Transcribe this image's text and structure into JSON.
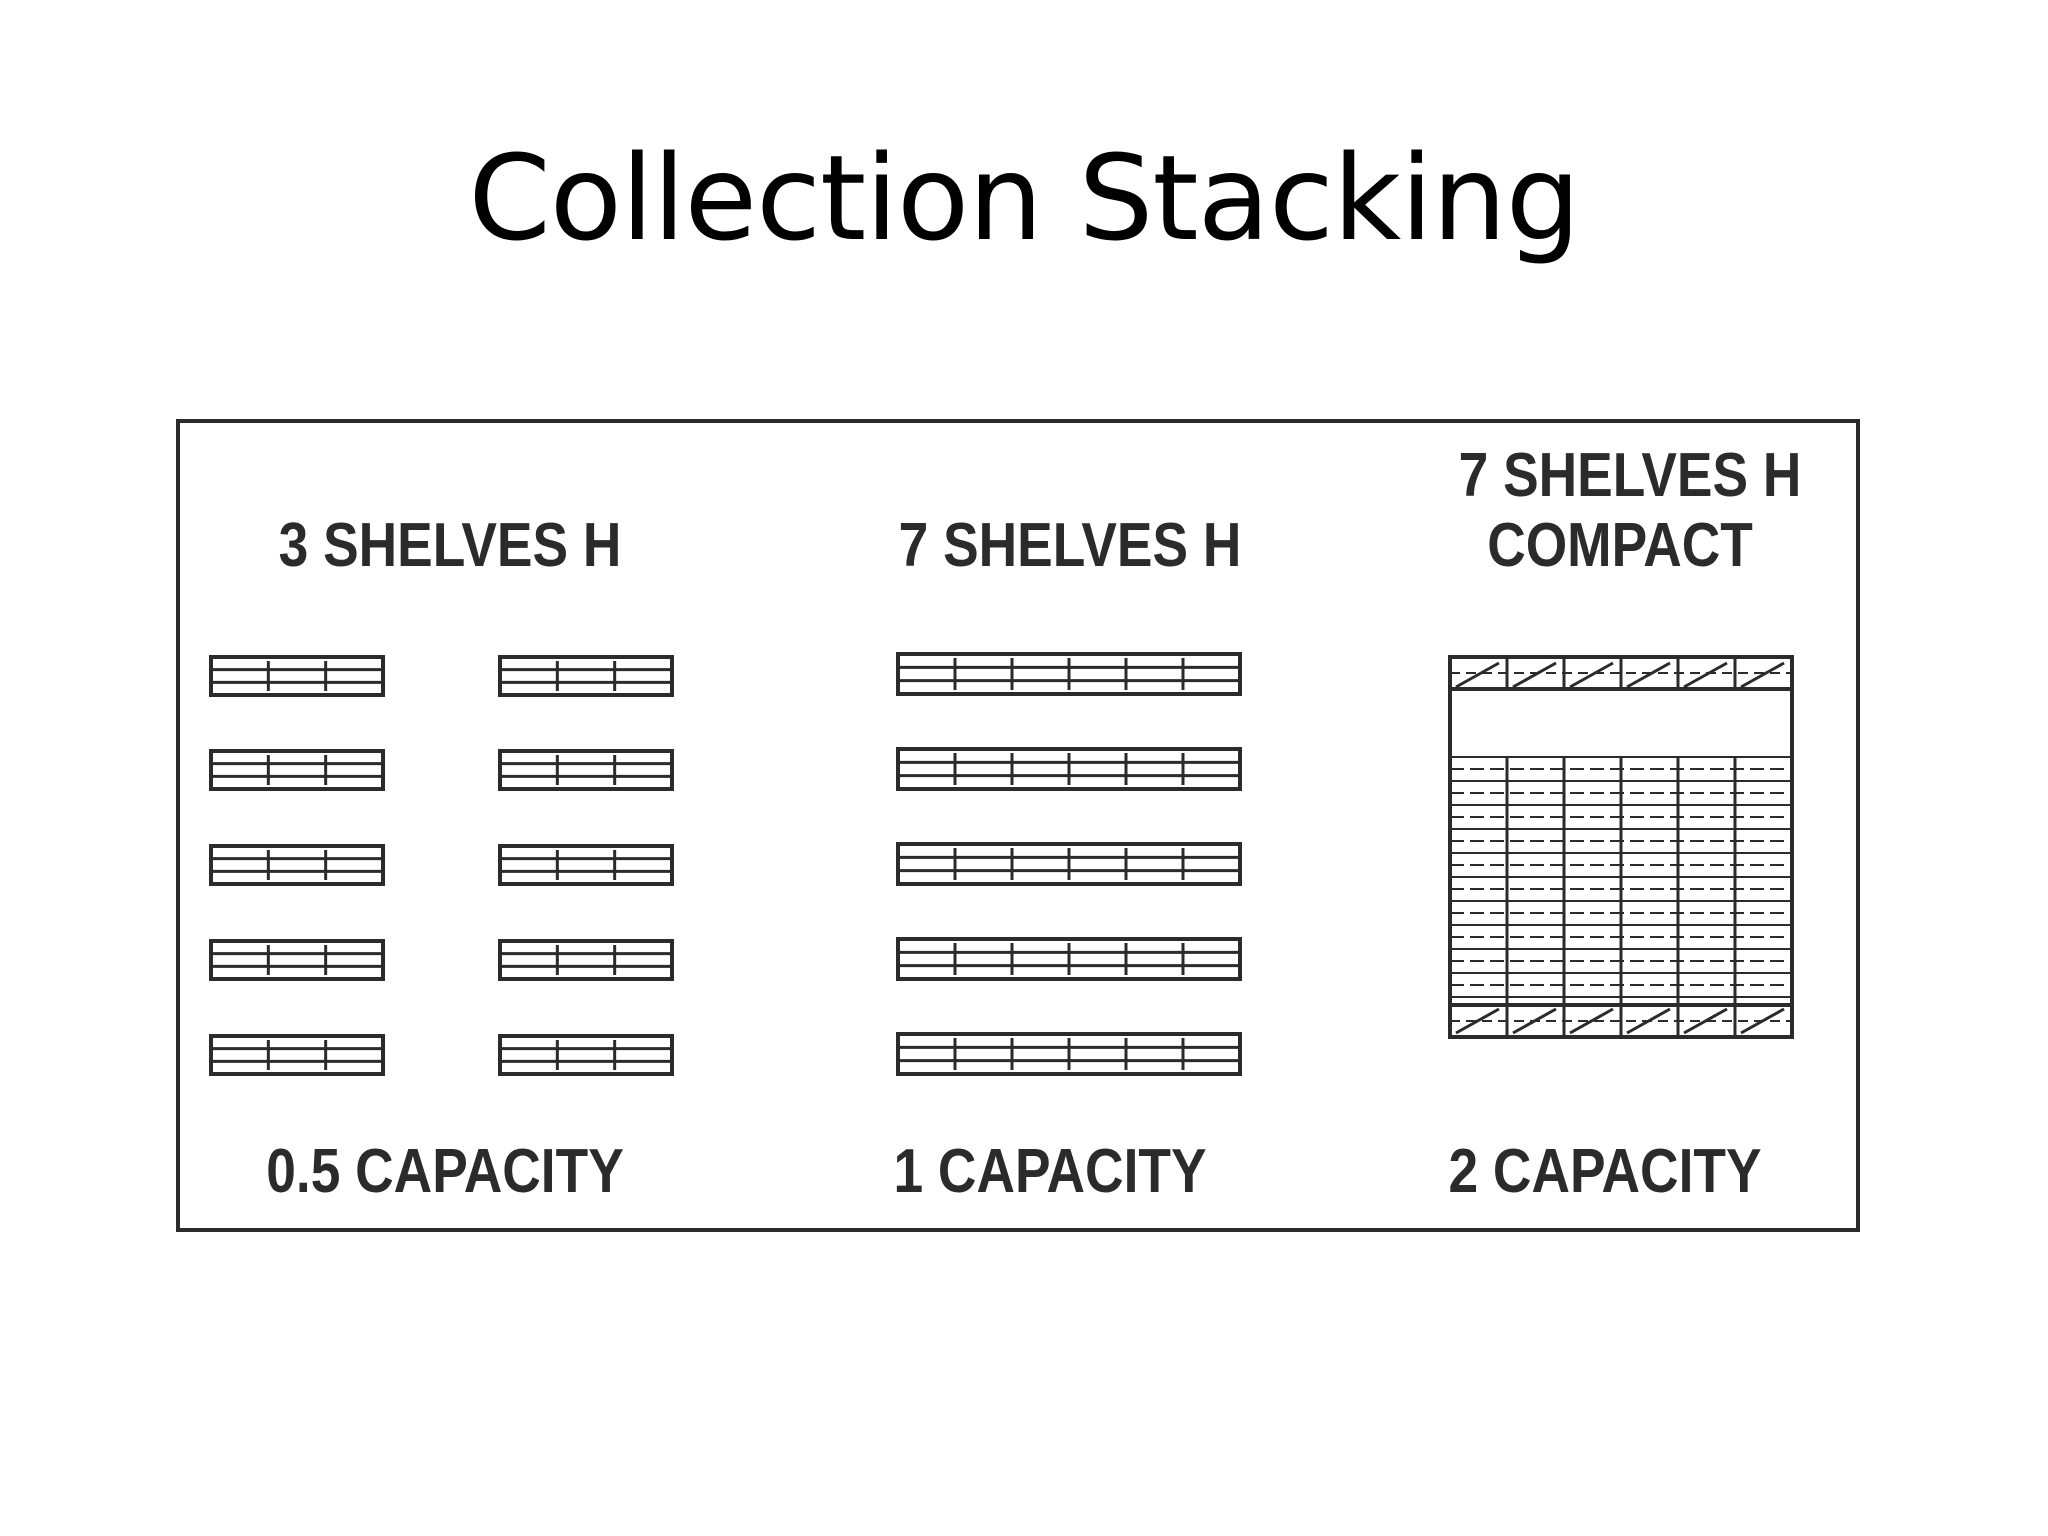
{
  "slide": {
    "title": "Collection Stacking"
  },
  "panels": [
    {
      "header_lines": [
        "3 SHELVES  H"
      ],
      "caption": "0.5 CAPACITY"
    },
    {
      "header_lines": [
        "7 SHELVES  H"
      ],
      "caption": "1 CAPACITY"
    },
    {
      "header_lines": [
        "7 SHELVES  H",
        "COMPACT"
      ],
      "caption": "2 CAPACITY"
    }
  ],
  "colors": {
    "line": "#2b2b2b",
    "background": "#ffffff"
  }
}
